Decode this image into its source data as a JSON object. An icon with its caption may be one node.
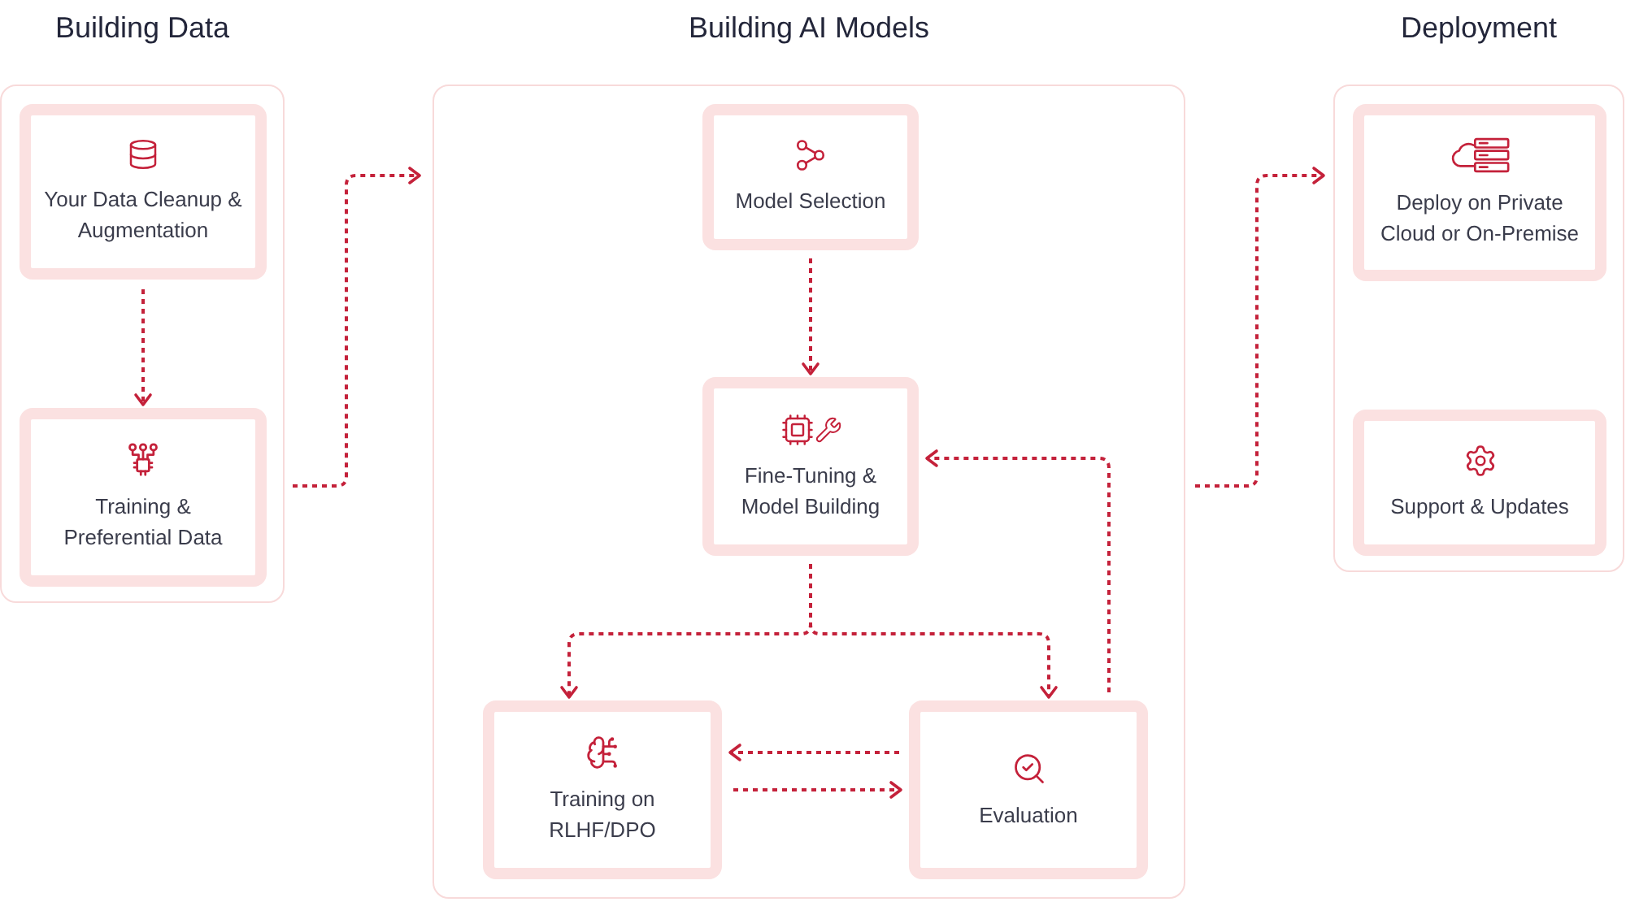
{
  "diagram": {
    "nodes": [
      {
        "text": [
          "Building Data"
        ]
      },
      {
        "text": [
          "Your Data Cleanup & Augmentation"
        ],
        "in": 0
      },
      {
        "text": [
          "Training & Preferential Data"
        ],
        "in": 0
      },
      {
        "text": [
          "Building AI Models"
        ]
      },
      {
        "text": [
          "Model Selection"
        ],
        "in": 3
      },
      {
        "text": [
          "Fine-Tuning & Model Building"
        ],
        "in": 3
      },
      {
        "text": [
          "Training on RLHF/DPO"
        ],
        "in": 3
      },
      {
        "text": [
          "Evaluation"
        ],
        "in": 3
      },
      {
        "text": [
          "Deployment"
        ]
      },
      {
        "text": [
          "Deploy on Private Cloud or On-Premise"
        ],
        "in": 8
      },
      {
        "text": [
          "Support & Updates"
        ],
        "in": 8
      }
    ],
    "edges": [
      {
        "from": 1,
        "to": 2,
        "arrow": "to",
        "style": "dashed"
      },
      {
        "from": 0,
        "to": 3,
        "arrow": "to",
        "style": "dashed"
      },
      {
        "from": 4,
        "to": 5,
        "arrow": "to",
        "style": "dashed"
      },
      {
        "from": 5,
        "to": 6,
        "arrow": "to",
        "style": "dashed"
      },
      {
        "from": 5,
        "to": 7,
        "arrow": "to",
        "style": "dashed"
      },
      {
        "from": 7,
        "to": 6,
        "arrow": "to",
        "style": "dashed"
      },
      {
        "from": 6,
        "to": 7,
        "arrow": "to",
        "style": "dashed"
      },
      {
        "from": 7,
        "to": 5,
        "arrow": "to",
        "style": "dashed"
      },
      {
        "from": 3,
        "to": 8,
        "arrow": "to",
        "style": "dashed"
      }
    ]
  }
}
